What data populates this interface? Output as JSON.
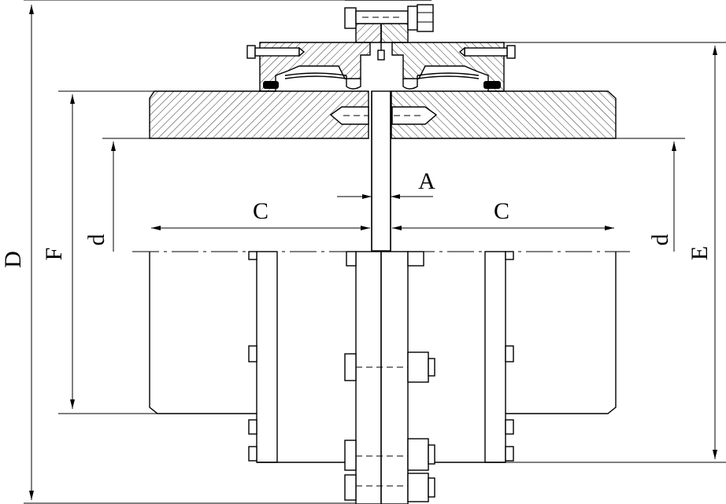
{
  "labels": {
    "D": "D",
    "F": "F",
    "d_left": "d",
    "C_left": "C",
    "A": "A",
    "C_right": "C",
    "d_right": "d",
    "E": "E"
  }
}
